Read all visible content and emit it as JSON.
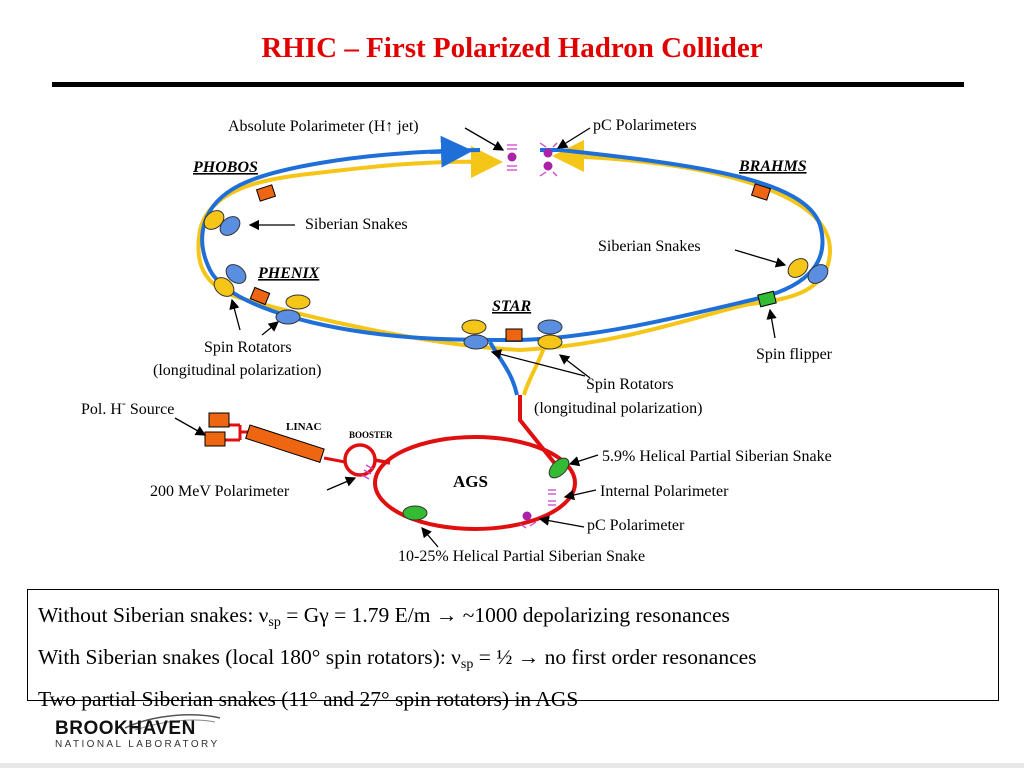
{
  "slide": {
    "title": "RHIC – First Polarized Hadron Collider"
  },
  "labels": {
    "abs_polarimeter": "Absolute Polarimeter (H↑ jet)",
    "pc_polarimeters": "pC Polarimeters",
    "phobos": "PHOBOS",
    "brahms": "BRAHMS",
    "siberian_left": "Siberian Snakes",
    "siberian_right": "Siberian Snakes",
    "phenix": "PHENIX",
    "star": "STAR",
    "spin_rotators_left_1": "Spin Rotators",
    "spin_rotators_left_2": "(longitudinal polarization)",
    "spin_flipper": "Spin flipper",
    "spin_rotators_mid_1": "Spin Rotators",
    "spin_rotators_mid_2": "(longitudinal polarization)",
    "pol_source_prefix": "Pol. H",
    "pol_source_sup": "-",
    "pol_source_suffix": " Source",
    "linac": "LINAC",
    "booster": "BOOSTER",
    "helical_59": "5.9% Helical Partial Siberian Snake",
    "ags": "AGS",
    "mev_polarimeter": "200 MeV Polarimeter",
    "internal_polarimeter": "Internal Polarimeter",
    "pc_polarimeter": "pC Polarimeter",
    "helical_1025": "10-25% Helical Partial Siberian Snake"
  },
  "info": {
    "line1_a": "Without Siberian snakes: ν",
    "line1_sub": "sp",
    "line1_b": " = Gγ = 1.79 E/m → ~1000 depolarizing resonances",
    "line2_a": "With Siberian snakes (local 180° spin rotators): ν",
    "line2_sub": "sp",
    "line2_b": " = ½ → no first order resonances",
    "line3": "Two partial Siberian snakes (11° and 27° spin rotators) in AGS"
  },
  "logo": {
    "name": "BROOKHAVEN",
    "subtitle": "NATIONAL LABORATORY"
  },
  "colors": {
    "title": "#e00000",
    "blue_ring": "#1f6fd8",
    "yellow_ring": "#f5c518",
    "red_line": "#e01010",
    "orange": "#ee6611",
    "green": "#33bb33",
    "purple": "#aa22aa"
  }
}
